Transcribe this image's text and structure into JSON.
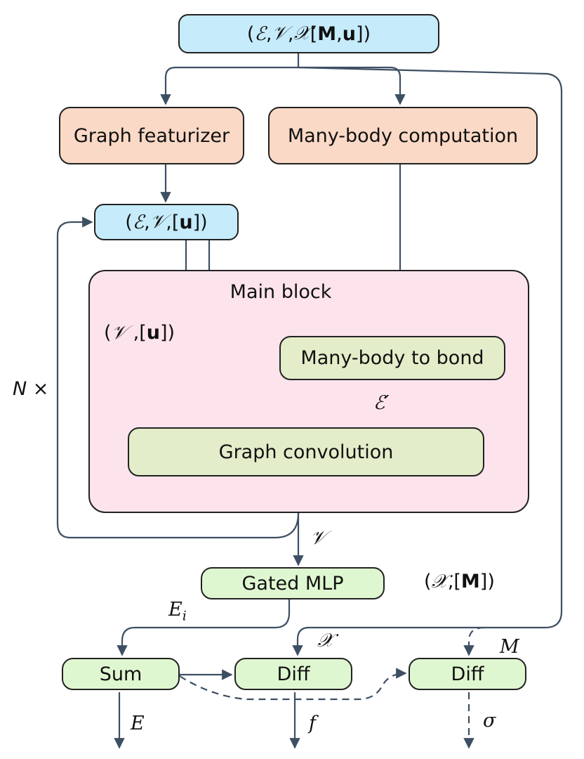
{
  "nodes": {
    "input": {
      "open": "(",
      "sym1": "ℰ",
      "comma1": ",",
      "sym2": "𝒱",
      "comma2": ",",
      "sym3": "𝒳",
      "bracket_open": " [",
      "bold1": "M",
      "comma3": ",",
      "bold2": "u",
      "close": "])"
    },
    "featurizer": "Graph featurizer",
    "manybody_computation": "Many-body computation",
    "graph_state": {
      "open": "(",
      "sym1": "ℰ",
      "comma1": ",",
      "sym2": "𝒱",
      "comma2": ",",
      "bracket_open": " [",
      "bold1": "u",
      "close": "])"
    },
    "main_block": "Main block",
    "manybody_to_bond": "Many-body to bond",
    "graph_convolution": "Graph convolution",
    "gated_mlp": "Gated MLP",
    "sum": "Sum",
    "diff_force": "Diff",
    "diff_stress": "Diff"
  },
  "labels": {
    "node_state": {
      "open": "(",
      "sym": "𝒱",
      "mid": " ,[",
      "bold": "u",
      "close": "])"
    },
    "edge_prime": "ℰ′",
    "repeat": "N ×",
    "v_out": "𝒱",
    "e_i": {
      "base": "E",
      "sub": "i"
    },
    "coords_lattice": {
      "open": "(",
      "sym": "𝒳",
      "mid": ",[",
      "bold": "M",
      "close": "])"
    },
    "x_label": "𝒳",
    "m_label": "M",
    "energy": "E",
    "force": "f",
    "stress": "σ"
  }
}
